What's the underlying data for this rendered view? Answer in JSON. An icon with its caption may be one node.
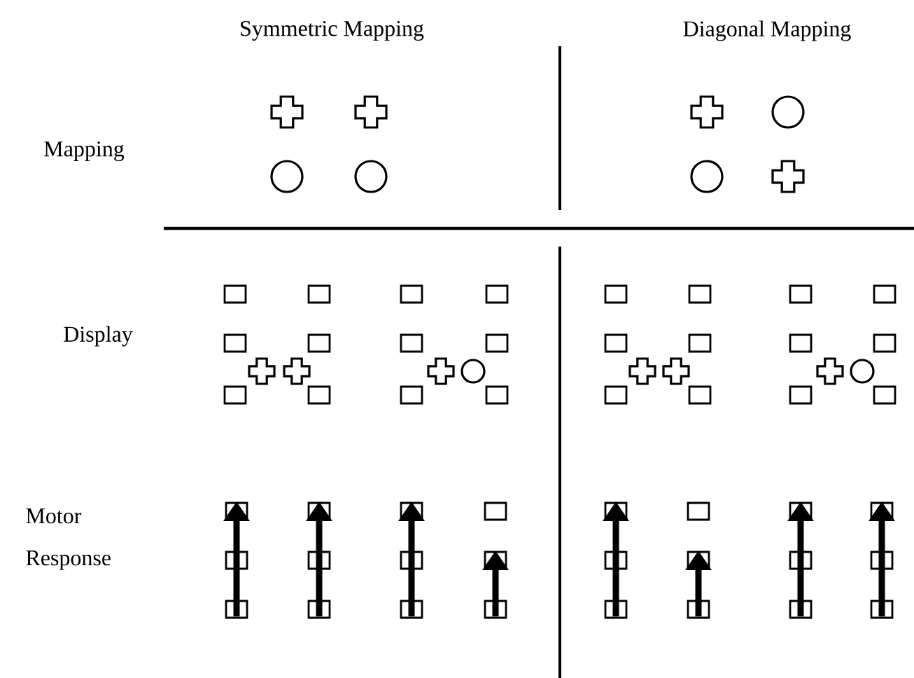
{
  "diagram": {
    "labels": [
      "Symmetric Mapping",
      "Diagonal Mapping",
      "Mapping",
      "Display",
      "Motor Response"
    ]
  }
}
